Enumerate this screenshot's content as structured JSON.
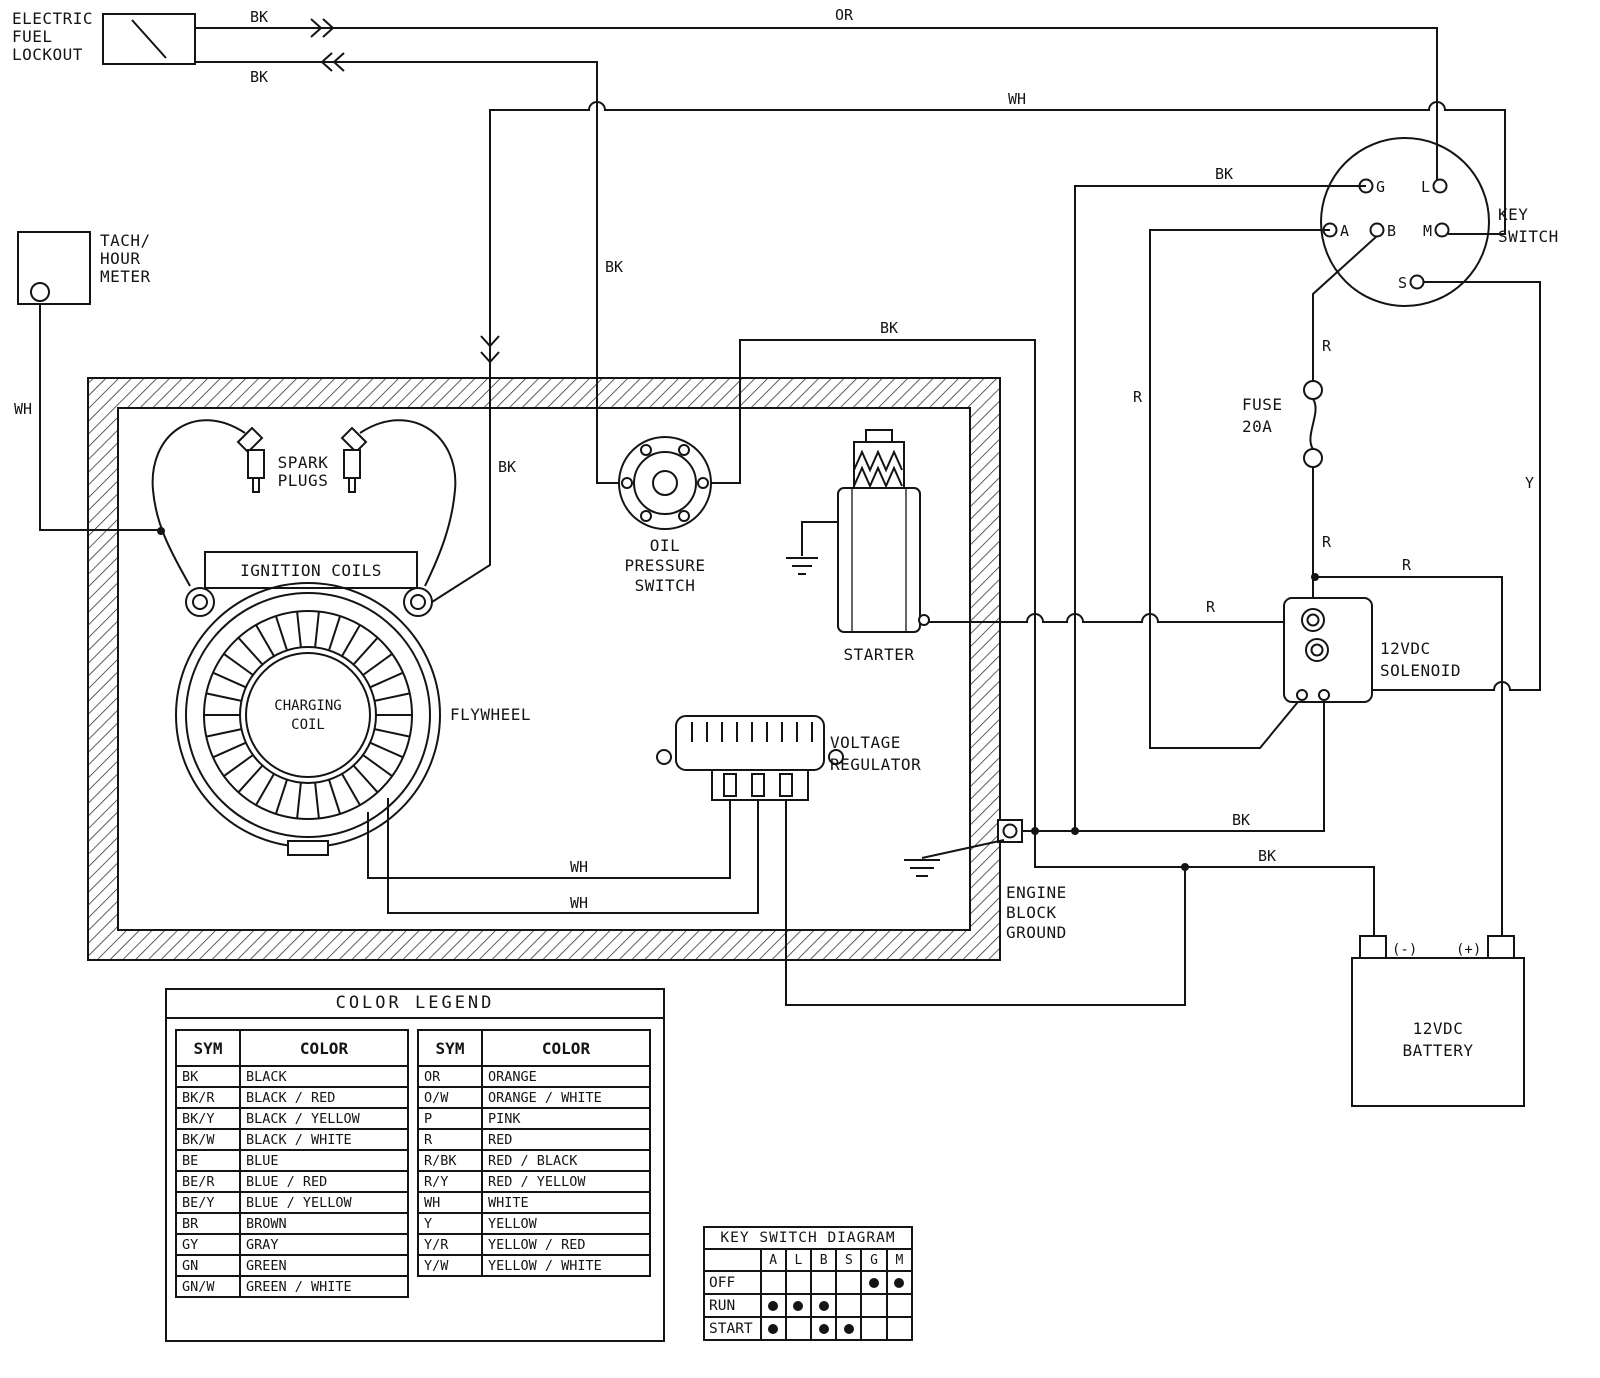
{
  "components": {
    "fuel_lockout": {
      "lines": [
        "ELECTRIC",
        "FUEL",
        "LOCKOUT"
      ]
    },
    "tach_meter": {
      "lines": [
        "TACH/",
        "HOUR",
        "METER"
      ]
    },
    "spark_plugs": {
      "lines": [
        "SPARK",
        "PLUGS"
      ]
    },
    "ignition_coils": {
      "label": "IGNITION COILS"
    },
    "charging_coil": {
      "lines": [
        "CHARGING",
        "COIL"
      ]
    },
    "flywheel": {
      "label": "FLYWHEEL"
    },
    "oil_pressure_switch": {
      "lines": [
        "OIL",
        "PRESSURE",
        "SWITCH"
      ]
    },
    "starter": {
      "label": "STARTER"
    },
    "voltage_regulator": {
      "lines": [
        "VOLTAGE",
        "REGULATOR"
      ]
    },
    "engine_block_ground": {
      "lines": [
        "ENGINE",
        "BLOCK",
        "GROUND"
      ]
    },
    "key_switch": {
      "lines": [
        "KEY",
        "SWITCH"
      ],
      "terminals": {
        "g": "G",
        "a": "A",
        "b": "B",
        "l": "L",
        "m": "M",
        "s": "S"
      }
    },
    "fuse": {
      "lines": [
        "FUSE",
        "20A"
      ]
    },
    "solenoid": {
      "lines": [
        "12VDC",
        "SOLENOID"
      ]
    },
    "battery": {
      "lines": [
        "12VDC",
        "BATTERY"
      ],
      "neg": "(-)",
      "pos": "(+)"
    }
  },
  "wire_labels": {
    "lockout_wire_bk": "BK",
    "lockout_wire_or": "OR",
    "fuel_bk": "BK",
    "oil_feed_bk": "BK",
    "kill_wh": "WH",
    "kill_bk": "BK",
    "tach_wh": "WH",
    "oil_ground_bk": "BK",
    "keyswitch_ground_bk": "BK",
    "acc_r": "R",
    "fuse_upper_r": "R",
    "fuse_lower_r": "R",
    "starter_r": "R",
    "battery_r": "R",
    "start_y": "Y",
    "stator_wh_1": "WH",
    "stator_wh_2": "WH",
    "solenoid_ground_bk": "BK",
    "battery_ground_bk": "BK"
  },
  "color_legend": {
    "title": "COLOR LEGEND",
    "headers": {
      "sym": "SYM",
      "color": "COLOR"
    },
    "left": [
      {
        "sym": "BK",
        "color": "BLACK"
      },
      {
        "sym": "BK/R",
        "color": "BLACK / RED"
      },
      {
        "sym": "BK/Y",
        "color": "BLACK / YELLOW"
      },
      {
        "sym": "BK/W",
        "color": "BLACK / WHITE"
      },
      {
        "sym": "BE",
        "color": "BLUE"
      },
      {
        "sym": "BE/R",
        "color": "BLUE / RED"
      },
      {
        "sym": "BE/Y",
        "color": "BLUE / YELLOW"
      },
      {
        "sym": "BR",
        "color": "BROWN"
      },
      {
        "sym": "GY",
        "color": "GRAY"
      },
      {
        "sym": "GN",
        "color": "GREEN"
      },
      {
        "sym": "GN/W",
        "color": "GREEN / WHITE"
      }
    ],
    "right": [
      {
        "sym": "OR",
        "color": "ORANGE"
      },
      {
        "sym": "O/W",
        "color": "ORANGE / WHITE"
      },
      {
        "sym": "P",
        "color": "PINK"
      },
      {
        "sym": "R",
        "color": "RED"
      },
      {
        "sym": "R/BK",
        "color": "RED / BLACK"
      },
      {
        "sym": "R/Y",
        "color": "RED / YELLOW"
      },
      {
        "sym": "WH",
        "color": "WHITE"
      },
      {
        "sym": "Y",
        "color": "YELLOW"
      },
      {
        "sym": "Y/R",
        "color": "YELLOW / RED"
      },
      {
        "sym": "Y/W",
        "color": "YELLOW / WHITE"
      }
    ]
  },
  "key_switch_diagram": {
    "title": "KEY SWITCH DIAGRAM",
    "columns": [
      "A",
      "L",
      "B",
      "S",
      "G",
      "M"
    ],
    "rows": [
      {
        "label": "OFF",
        "dots": [
          "G",
          "M"
        ]
      },
      {
        "label": "RUN",
        "dots": [
          "A",
          "L",
          "B"
        ]
      },
      {
        "label": "START",
        "dots": [
          "A",
          "B",
          "S"
        ]
      }
    ]
  },
  "colors": {
    "line": "#141414",
    "background": "#ffffff"
  }
}
